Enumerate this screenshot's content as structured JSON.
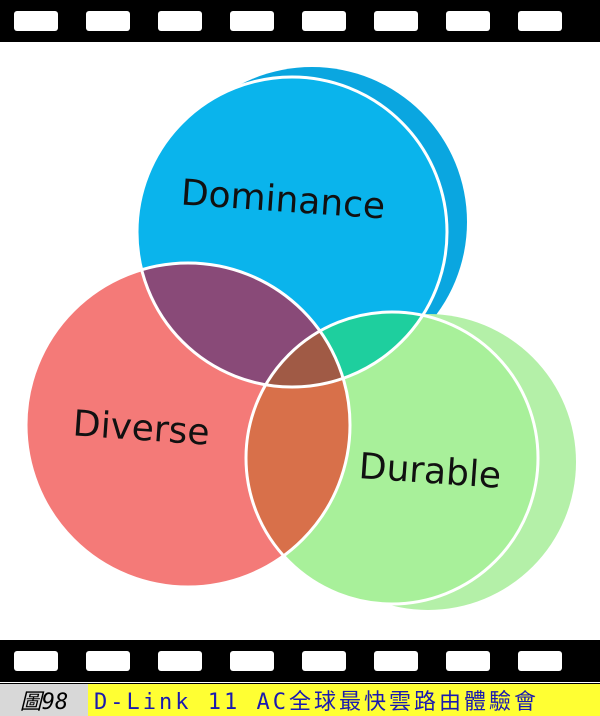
{
  "diagram": {
    "labels": {
      "top": "Dominance",
      "left": "Diverse",
      "right": "Durable"
    },
    "colors": {
      "dominance": "#0ab4ec",
      "diverse": "#f47a78",
      "durable": "#a8f09a",
      "dom_div": "#894a78",
      "dom_dur": "#1ecf9e",
      "div_dur": "#d8704a",
      "center": "#a05a45"
    }
  },
  "caption": {
    "figure": "圖98",
    "title": "D-Link 11 AC全球最快雲路由體驗會"
  }
}
